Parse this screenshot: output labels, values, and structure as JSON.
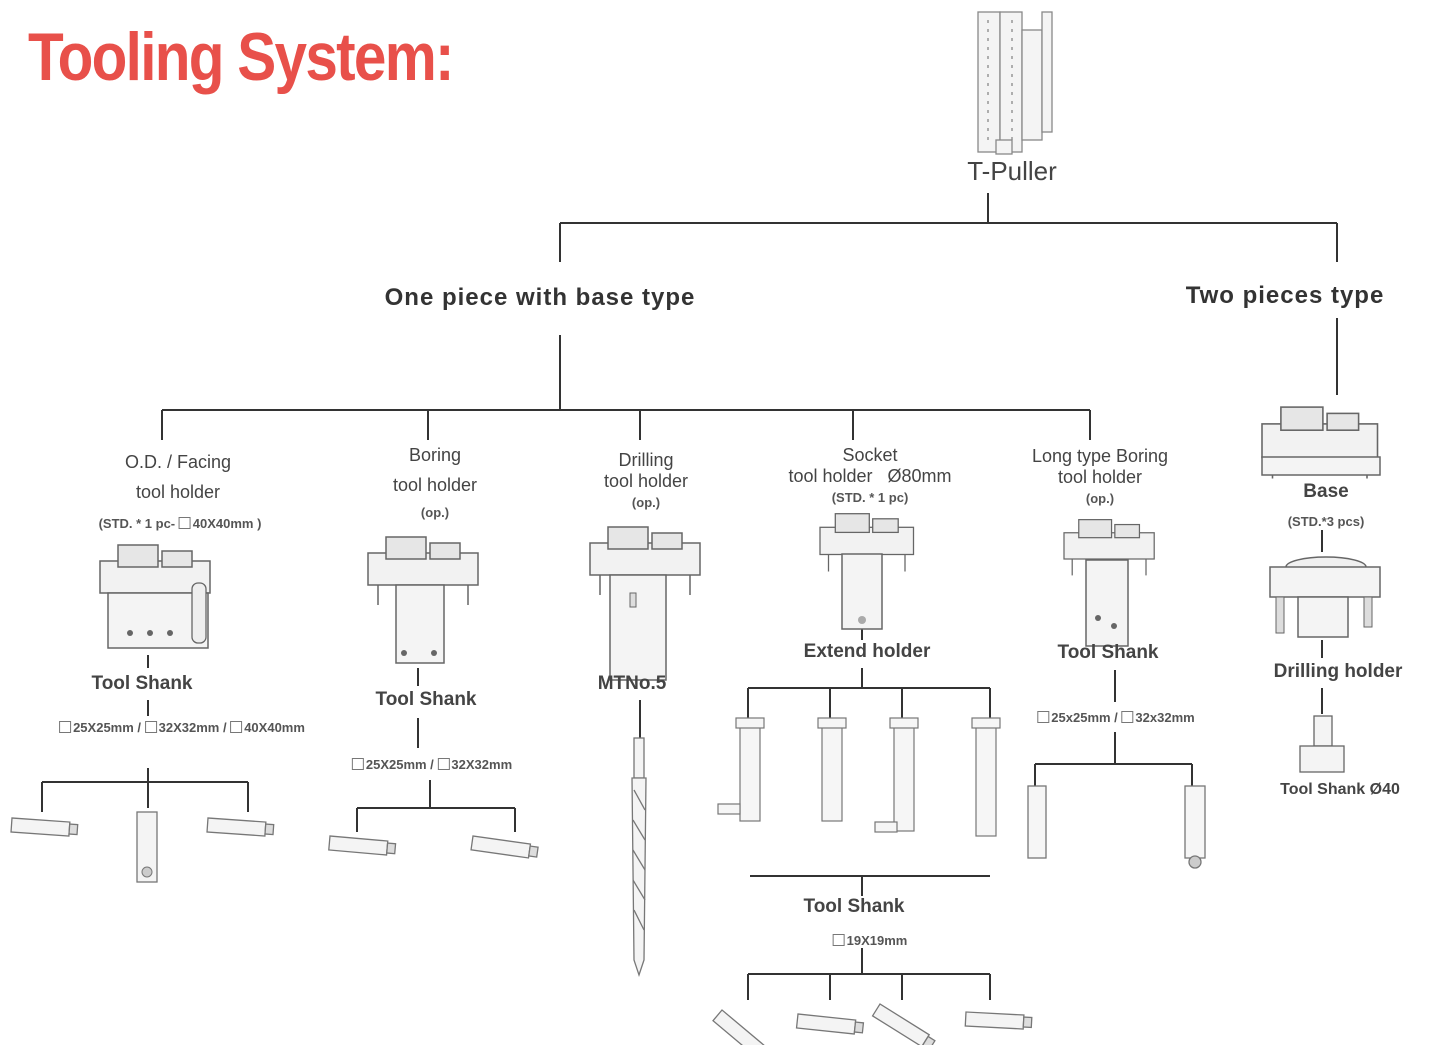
{
  "title": "Tooling System:",
  "root": {
    "label": "T-Puller"
  },
  "branches": {
    "one_piece": "One piece with base type",
    "two_pieces": "Two pieces type"
  },
  "od_facing": {
    "line1": "O.D. / Facing",
    "line2": "tool holder",
    "spec_prefix": "(STD. * 1 pc-",
    "spec_size": "40X40mm )",
    "shank_label": "Tool Shank",
    "shank_sizes": [
      "25X25mm /",
      "32X32mm /",
      "40X40mm"
    ]
  },
  "boring": {
    "line1": "Boring",
    "line2": "tool holder",
    "line3": "(op.)",
    "shank_label": "Tool Shank",
    "shank_sizes": [
      "25X25mm /",
      "32X32mm"
    ]
  },
  "drilling": {
    "line1": "Drilling",
    "line2": "tool holder",
    "line3": "(op.)",
    "taper_label": "MTNo.5"
  },
  "socket": {
    "line1": "Socket",
    "line2": "tool holder",
    "diameter": "Ø80mm",
    "line3": "(STD. * 1 pc)",
    "extend_label": "Extend holder",
    "shank_label": "Tool Shank",
    "shank_size": "19X19mm"
  },
  "long_boring": {
    "line1": "Long type Boring",
    "line2": "tool holder",
    "line3": "(op.)",
    "shank_label": "Tool Shank",
    "shank_sizes": [
      "25x25mm /",
      "32x32mm"
    ]
  },
  "two_piece": {
    "base_label": "Base",
    "base_spec": "(STD.*3 pcs)",
    "drilling_holder_label": "Drilling holder",
    "shank_label": "Tool Shank Ø40"
  },
  "colors": {
    "title": "#e8504a",
    "lines": "#333333",
    "drawings": "#666666"
  },
  "icons": [
    "t-puller-icon",
    "tool-holder-icon",
    "tool-bit-icon",
    "drill-icon",
    "extend-holder-icon",
    "base-icon",
    "drilling-holder-icon"
  ]
}
